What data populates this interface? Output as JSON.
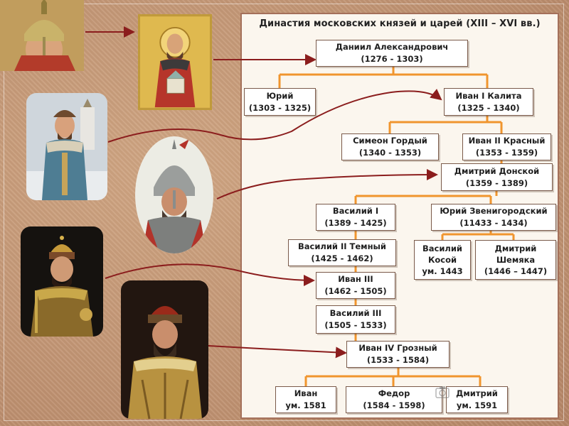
{
  "title": "Династия московских князей и царей (XIII – XVI вв.)",
  "colors": {
    "background": "#c29574",
    "panel": "#fbf6ee",
    "connector": "#f0952e",
    "arrow": "#8b1d1d"
  },
  "nodes": {
    "daniil": {
      "name": "Даниил Александрович",
      "years": "(1276 - 1303)"
    },
    "yuri": {
      "name": "Юрий",
      "years": "(1303 - 1325)"
    },
    "ivan1": {
      "name": "Иван I Калита",
      "years": "(1325 - 1340)"
    },
    "simeon": {
      "name": "Симеон Гордый",
      "years": "(1340 - 1353)"
    },
    "ivan2": {
      "name": "Иван II Красный",
      "years": "(1353 - 1359)"
    },
    "dmitry": {
      "name": "Дмитрий Донской",
      "years": "(1359 - 1389)"
    },
    "vasily1": {
      "name": "Василий I",
      "years": "(1389 - 1425)"
    },
    "yuriz": {
      "name": "Юрий Звенигородский",
      "years": "(11433 - 1434)"
    },
    "vasily2": {
      "name": "Василий II Темный",
      "years": "(1425 - 1462)"
    },
    "kosoy": {
      "line1": "Василий",
      "line2": "Косой",
      "line3": "ум. 1443"
    },
    "shemyaka": {
      "line1": "Дмитрий",
      "line2": "Шемяка",
      "line3": "(1446 – 1447)"
    },
    "ivan3": {
      "name": "Иван III",
      "years": "(1462 - 1505)"
    },
    "vasily3": {
      "name": "Василий III",
      "years": "(1505 - 1533)"
    },
    "ivan4": {
      "name": "Иван IV Грозный",
      "years": "(1533 - 1584)"
    },
    "ivanSon": {
      "name": "Иван",
      "years": "ум. 1581"
    },
    "fedor": {
      "name": "Федор",
      "years": "(1584 - 1598)"
    },
    "dmitrySon": {
      "name": "Дмитрий",
      "years": "ум. 1591"
    }
  },
  "portraits": [
    {
      "icon": "warrior-helmet-portrait-icon"
    },
    {
      "icon": "saint-icon-portrait-icon"
    },
    {
      "icon": "prince-fur-hat-portrait-icon"
    },
    {
      "icon": "knight-helmet-portrait-icon"
    },
    {
      "icon": "tsar-crown-portrait-icon"
    },
    {
      "icon": "ivan-grozny-portrait-icon"
    }
  ]
}
